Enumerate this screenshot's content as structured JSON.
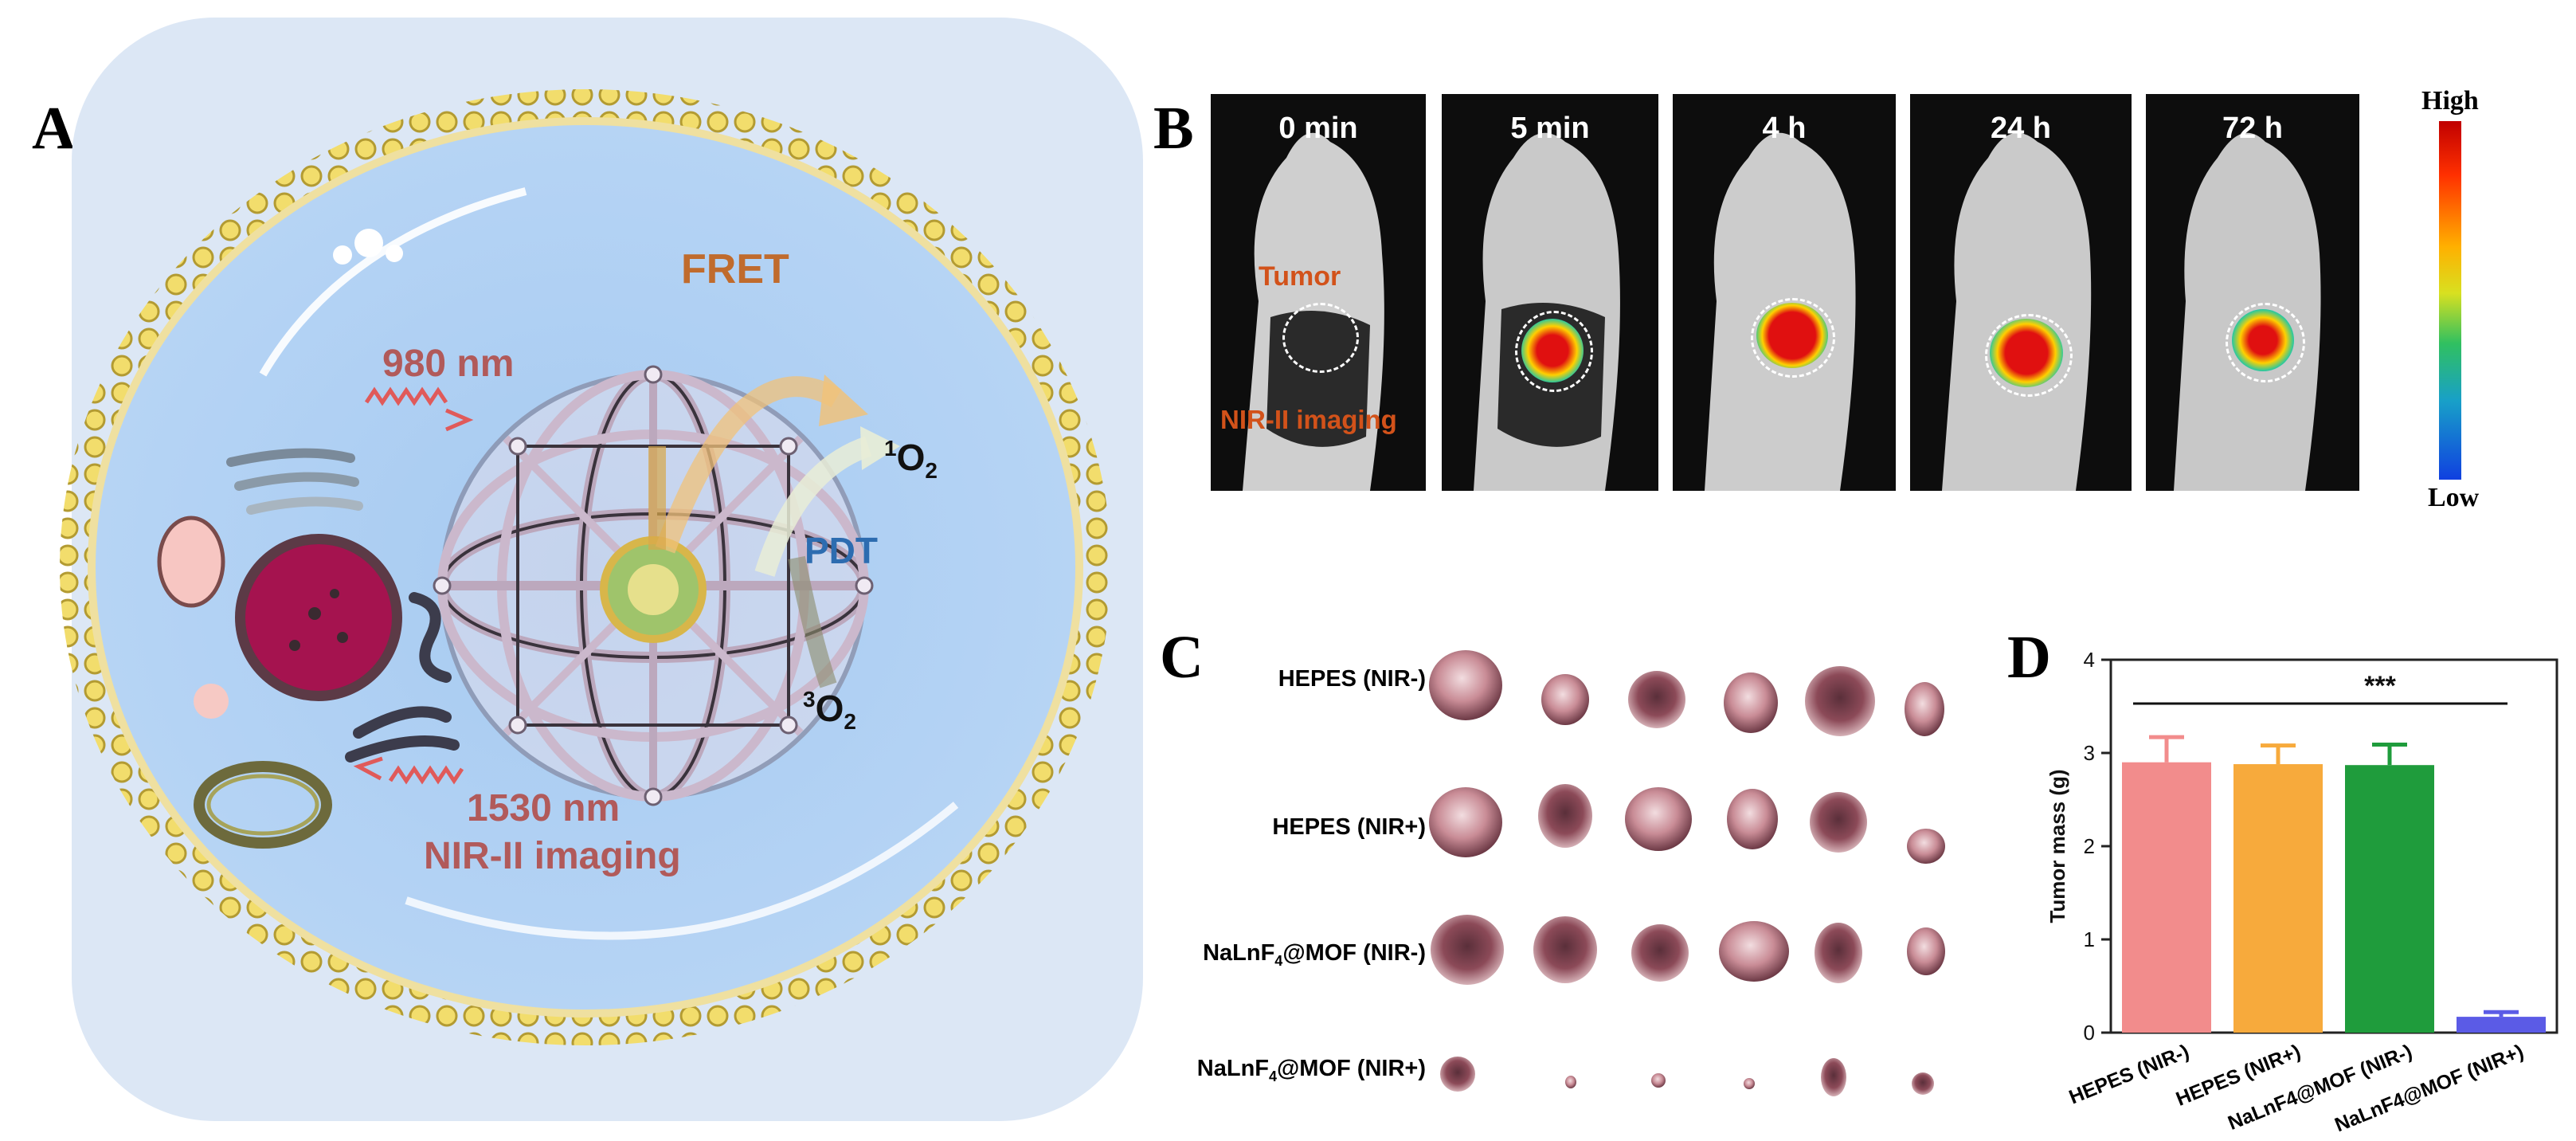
{
  "panel_a": {
    "letter": "A",
    "labels": {
      "fret": "FRET",
      "wavelength_excitation": "980 nm",
      "wavelength_emission": "1530 nm",
      "imaging": "NIR-II imaging",
      "singlet_oxygen": "1O2",
      "pdt": "PDT",
      "triplet_oxygen": "3O2"
    },
    "colors": {
      "cell_fill": "#a9cdf3",
      "membrane": "#f2dd6c",
      "mof": "#d9c6d6",
      "laser": "#e05a5a",
      "fret": "#c06b2d",
      "pdt": "#2d6cb0"
    }
  },
  "panel_b": {
    "letter": "B",
    "timepoints": [
      "0 min",
      "5 min",
      "4 h",
      "24 h",
      "72 h"
    ],
    "tumor_label": "Tumor",
    "imaging_label": "NIR-II imaging",
    "colorbar": {
      "high": "High",
      "low": "Low"
    },
    "signal_intensity": [
      0.0,
      0.75,
      0.95,
      0.85,
      0.7
    ]
  },
  "panel_c": {
    "letter": "C",
    "groups": [
      "HEPES (NIR-)",
      "HEPES (NIR+)",
      "NaLnF4@MOF (NIR-)",
      "NaLnF4@MOF (NIR+)"
    ]
  },
  "panel_d": {
    "letter": "D",
    "significance": "***",
    "chart_data": {
      "type": "bar",
      "categories": [
        "HEPES (NIR-)",
        "HEPES (NIR+)",
        "NaLnF4@MOF (NIR-)",
        "NaLnF4@MOF (NIR+)"
      ],
      "values": [
        2.9,
        2.88,
        2.87,
        0.17
      ],
      "errors": [
        0.27,
        0.2,
        0.22,
        0.05
      ],
      "colors": [
        "#f28c8c",
        "#f7aa3c",
        "#1f9c3c",
        "#5b5be6"
      ],
      "ylabel": "Tumor mass (g)",
      "ylim": [
        0,
        4
      ],
      "yticks": [
        "0",
        "1",
        "2",
        "3",
        "4"
      ]
    }
  }
}
